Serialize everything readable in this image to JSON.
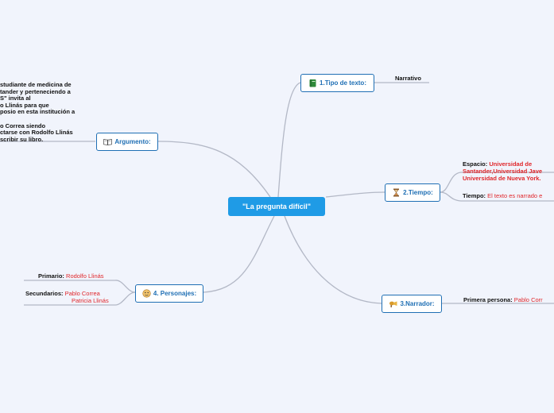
{
  "central": {
    "label": "\"La pregunta difícil\""
  },
  "branches": {
    "tipo": {
      "label": "1.Tipo de texto:",
      "icon": "book-icon"
    },
    "tiempo": {
      "label": "2.Tiempo:",
      "icon": "hourglass-icon"
    },
    "narrador": {
      "label": "3.Narrador:",
      "icon": "narrator-icon"
    },
    "personajes": {
      "label": "4. Personajes:",
      "icon": "face-icon"
    },
    "argumento": {
      "label": "Argumento:",
      "icon": "open-book-icon"
    }
  },
  "tipo": {
    "value": "Narrativo"
  },
  "tiempo": {
    "espacio_label": "Espacio:",
    "espacio_line1": "Universidad de",
    "espacio_line2": "Santander,Universidad Jave",
    "espacio_line3": "Universidad de Nueva York.",
    "tiempo_label": "Tiempo:",
    "tiempo_value": "El texto es narrado e"
  },
  "narrador": {
    "label": "Primera persona:",
    "value": "Pablo Corr"
  },
  "personajes": {
    "primario_label": "Primario:",
    "primario_value": "Rodolfo Llinás",
    "secundarios_label": "Secundarios:",
    "secundarios_value1": "Pablo Correa",
    "secundarios_value2": "Patricia Llinás"
  },
  "argumento": {
    "lines": [
      "studiante de medicina de",
      "tander y perteneciendo a",
      "S\" invita al",
      "o Llinás para que",
      "posio en esta institución a",
      "",
      "o Correa siendo",
      "ctarse con Rodolfo Llinás",
      "scribir su libro."
    ]
  }
}
